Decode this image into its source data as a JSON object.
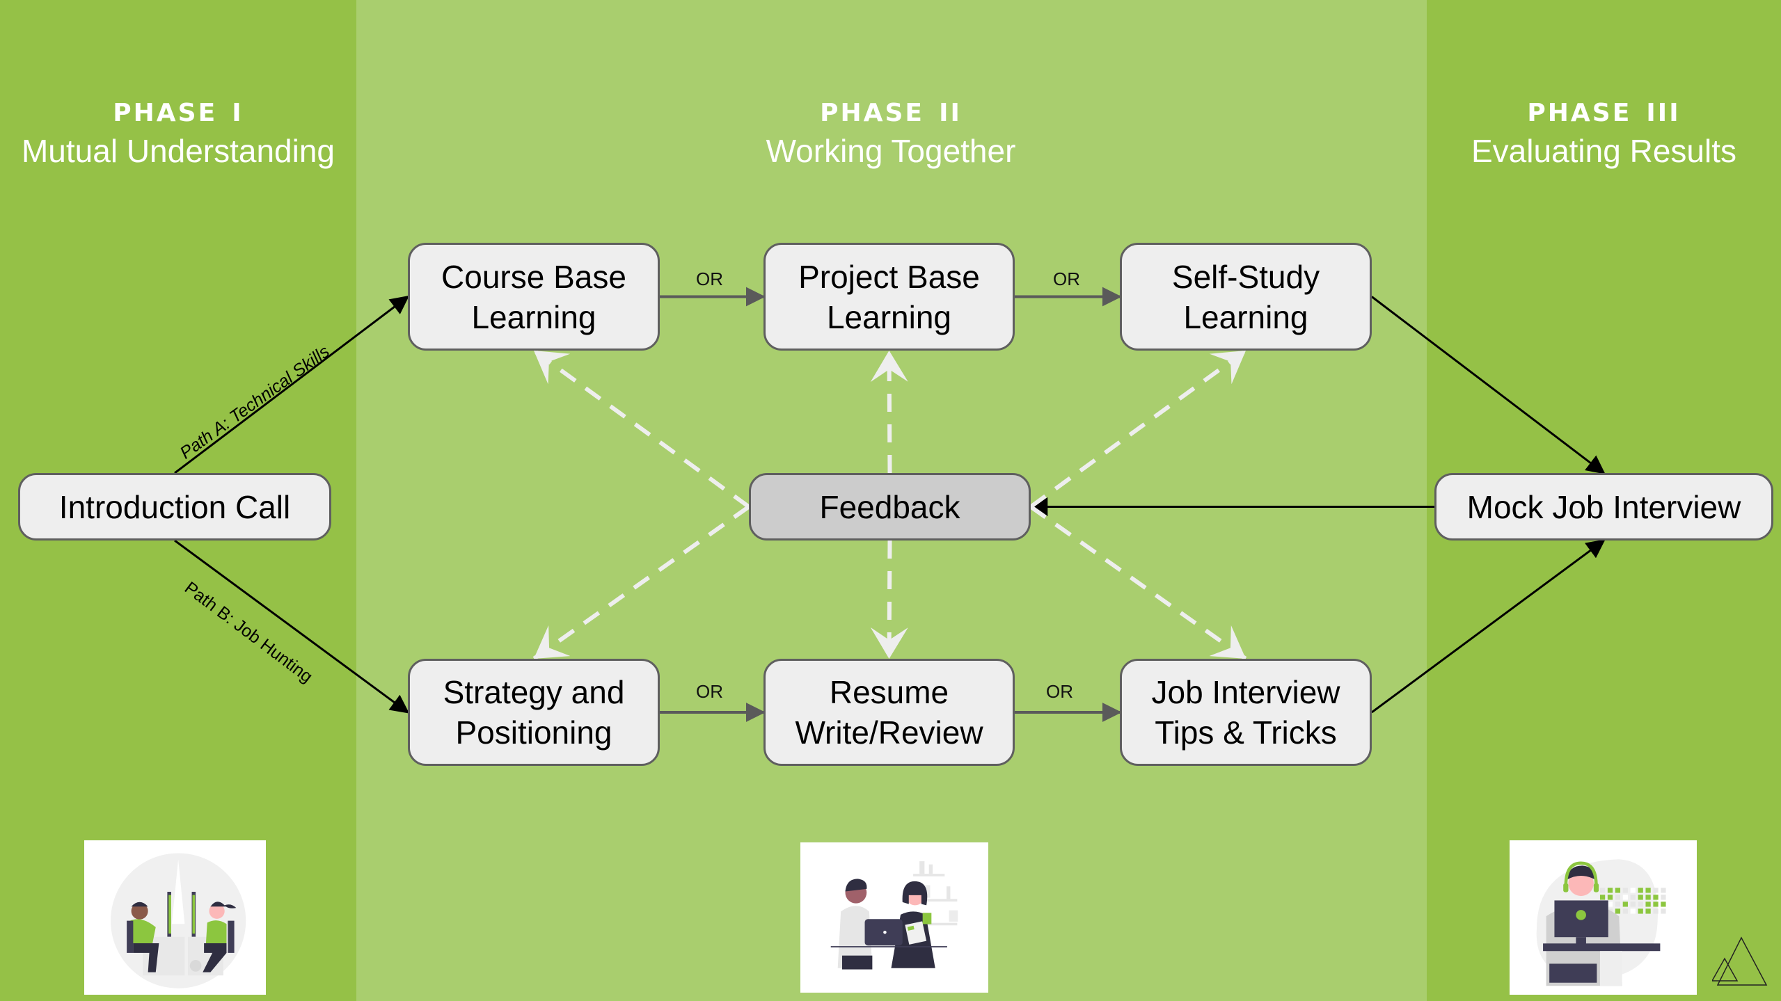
{
  "colors": {
    "phase_band_dark": "#95c147",
    "phase_band_light": "#a9ce6e",
    "node_fill": "#eeeeee",
    "feedback_fill": "#cccccc",
    "node_border": "#5f5f5f",
    "feedback_arrow": "#eeeeee"
  },
  "phases": [
    {
      "title": "Phase I",
      "subtitle": "Mutual Understanding"
    },
    {
      "title": "Phase II",
      "subtitle": "Working Together"
    },
    {
      "title": "Phase III",
      "subtitle": "Evaluating Results"
    }
  ],
  "nodes": {
    "intro": "Introduction Call",
    "course": "Course Base Learning",
    "project": "Project Base Learning",
    "selfstudy": "Self-Study Learning",
    "strategy": "Strategy and Positioning",
    "resume": "Resume Write/Review",
    "jobtips": "Job Interview Tips & Tricks",
    "feedback": "Feedback",
    "mock": "Mock Job Interview"
  },
  "node_lines": {
    "course": [
      "Course Base",
      "Learning"
    ],
    "project": [
      "Project Base",
      "Learning"
    ],
    "selfstudy": [
      "Self-Study",
      "Learning"
    ],
    "strategy": [
      "Strategy and",
      "Positioning"
    ],
    "resume": [
      "Resume",
      "Write/Review"
    ],
    "jobtips": [
      "Job Interview",
      "Tips & Tricks"
    ]
  },
  "edge_labels": {
    "path_a": "Path A: Technical Skills",
    "path_b": "Path B: Job Hunting",
    "or_top_1": "OR",
    "or_top_2": "OR",
    "or_bottom_1": "OR",
    "or_bottom_2": "OR"
  },
  "edges": [
    {
      "from": "intro",
      "to": "course",
      "style": "solid",
      "label": "Path A: Technical Skills"
    },
    {
      "from": "intro",
      "to": "strategy",
      "style": "solid",
      "label": "Path B: Job Hunting"
    },
    {
      "from": "course",
      "to": "project",
      "style": "solid-gray",
      "label": "OR"
    },
    {
      "from": "project",
      "to": "selfstudy",
      "style": "solid-gray",
      "label": "OR"
    },
    {
      "from": "strategy",
      "to": "resume",
      "style": "solid-gray",
      "label": "OR"
    },
    {
      "from": "resume",
      "to": "jobtips",
      "style": "solid-gray",
      "label": "OR"
    },
    {
      "from": "selfstudy",
      "to": "mock",
      "style": "solid"
    },
    {
      "from": "jobtips",
      "to": "mock",
      "style": "solid"
    },
    {
      "from": "mock",
      "to": "feedback",
      "style": "solid"
    },
    {
      "from": "feedback",
      "to": "course",
      "style": "dashed"
    },
    {
      "from": "feedback",
      "to": "project",
      "style": "dashed"
    },
    {
      "from": "feedback",
      "to": "selfstudy",
      "style": "dashed"
    },
    {
      "from": "feedback",
      "to": "strategy",
      "style": "dashed"
    },
    {
      "from": "feedback",
      "to": "resume",
      "style": "dashed"
    },
    {
      "from": "feedback",
      "to": "jobtips",
      "style": "dashed"
    }
  ],
  "illustrations": [
    {
      "name": "two people working at computers"
    },
    {
      "name": "two people collaborating at laptop"
    },
    {
      "name": "person with headset at computer"
    }
  ],
  "logo": "triangles-logo"
}
